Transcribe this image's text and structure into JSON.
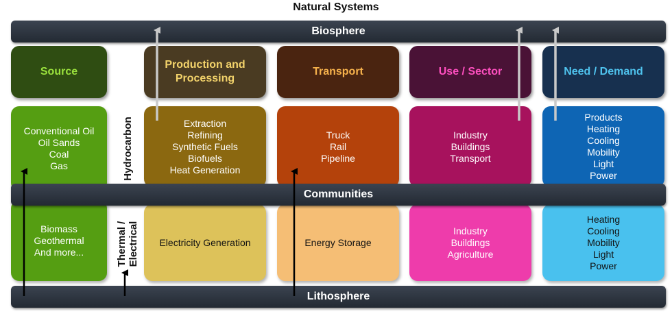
{
  "title": "Natural Systems",
  "bars": {
    "biosphere": "Biosphere",
    "communities": "Communities",
    "lithosphere": "Lithosphere"
  },
  "side_labels": {
    "hydrocarbon": "Hydrocarbon",
    "thermal_line1": "Thermal /",
    "thermal_line2": "Electrical"
  },
  "columns": [
    {
      "header": "Source",
      "header_colors": {
        "bg": "#2f4d12",
        "text": "#9be23d"
      },
      "hydrocarbon_items": [
        "Conventional Oil",
        "Oil Sands",
        "Coal",
        "Gas"
      ],
      "hydrocarbon_color": "#559e12",
      "thermal_items": [
        "Biomass",
        "Geothermal",
        "And more..."
      ],
      "thermal_color": "#559e12"
    },
    {
      "header_lines": [
        "Production and",
        "Processing"
      ],
      "header_colors": {
        "bg": "#4a3b22",
        "text": "#f3d36b"
      },
      "hydrocarbon_items": [
        "Extraction",
        "Refining",
        "Synthetic Fuels",
        "Biofuels",
        "Heat Generation"
      ],
      "hydrocarbon_color": "#8b6810",
      "thermal_items": [
        "Electricity Generation"
      ],
      "thermal_color": "#ddc25a"
    },
    {
      "header": "Transport",
      "header_colors": {
        "bg": "#4a2410",
        "text": "#f7b24c"
      },
      "hydrocarbon_items": [
        "Truck",
        "Rail",
        "Pipeline"
      ],
      "hydrocarbon_color": "#b4420b",
      "thermal_items": [
        "Energy Storage"
      ],
      "thermal_color": "#f5be75"
    },
    {
      "header": "Use / Sector",
      "header_colors": {
        "bg": "#4a1236",
        "text": "#ff4fc0"
      },
      "hydrocarbon_items": [
        "Industry",
        "Buildings",
        "Transport"
      ],
      "hydrocarbon_color": "#a7125d",
      "thermal_items": [
        "Industry",
        "Buildings",
        "Agriculture"
      ],
      "thermal_color": "#ee3cab"
    },
    {
      "header": "Need / Demand",
      "header_colors": {
        "bg": "#17304f",
        "text": "#4fc3ee"
      },
      "hydrocarbon_items": [
        "Products",
        "Heating",
        "Cooling",
        "Mobility",
        "Light",
        "Power"
      ],
      "hydrocarbon_color": "#0e65b4",
      "thermal_items": [
        "Heating",
        "Cooling",
        "Mobility",
        "Light",
        "Power"
      ],
      "thermal_color": "#49c1ee"
    }
  ],
  "colors": {
    "up_arrow_grey": "#c9c9c9",
    "up_arrow_black": "#000000"
  }
}
